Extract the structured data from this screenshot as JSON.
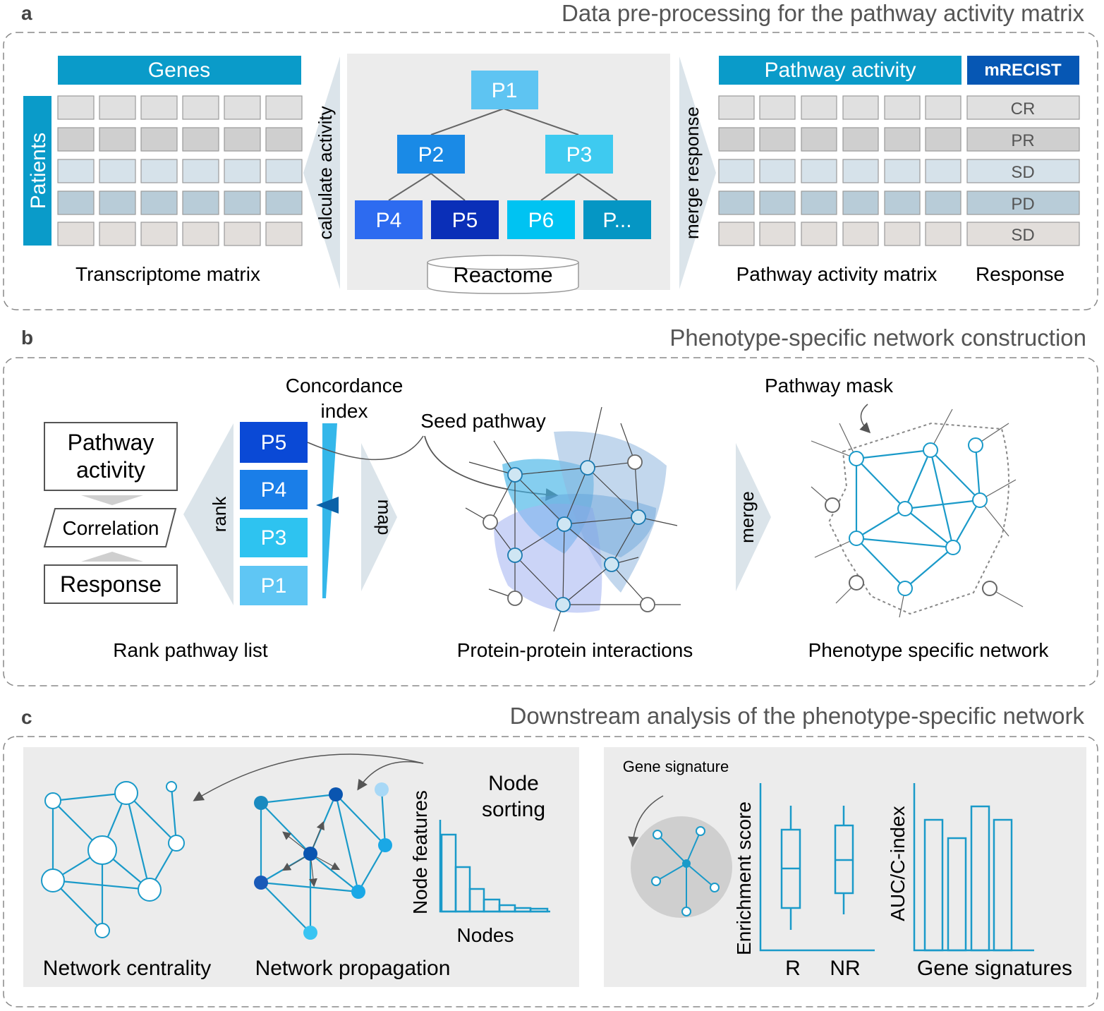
{
  "colors": {
    "teal": "#0a9bc9",
    "panel_gray": "#ececec",
    "edge_blue": "#1a9ac9",
    "dark_navy": "#0657b4"
  },
  "panel_a": {
    "letter": "a",
    "title": "Data pre-processing for the pathway activity matrix",
    "genes_header": "Genes",
    "patients_label": "Patients",
    "transcriptome_caption": "Transcriptome matrix",
    "calc_arrow_label": "calculate activity",
    "merge_arrow_label": "merge response",
    "tree_nodes": [
      "P1",
      "P2",
      "P3",
      "P4",
      "P5",
      "P6",
      "P..."
    ],
    "database_label": "Reactome",
    "pathway_header": "Pathway activity",
    "mrecist_header": "mRECIST",
    "responses": [
      "CR",
      "PR",
      "SD",
      "PD",
      "SD"
    ],
    "pathway_matrix_caption": "Pathway activity matrix",
    "response_caption": "Response"
  },
  "panel_b": {
    "letter": "b",
    "title": "Phenotype-specific network construction",
    "box_pathway_activity": [
      "Pathway",
      "activity"
    ],
    "box_correlation": "Correlation",
    "box_response": "Response",
    "rank_label": "rank",
    "ranked_pathways": [
      "P5",
      "P4",
      "P3",
      "P1"
    ],
    "concordance_label": [
      "Concordance",
      "index"
    ],
    "map_label": "map",
    "seed_label": "Seed pathway",
    "merge_label": "merge",
    "mask_label": "Pathway mask",
    "caption_rank": "Rank pathway list",
    "caption_ppi": "Protein-protein interactions",
    "caption_network": "Phenotype specific network"
  },
  "panel_c": {
    "letter": "c",
    "title": "Downstream analysis of the phenotype-specific network",
    "node_sorting_label": [
      "Node",
      "sorting"
    ],
    "node_features_label": "Node features",
    "nodes_label": "Nodes",
    "caption_centrality": "Network centrality",
    "caption_propagation": "Network propagation",
    "gene_signature_label": "Gene signature",
    "enrichment_label": "Enrichment score",
    "group_labels": [
      "R",
      "NR"
    ],
    "auc_label": "AUC/C-index",
    "gene_signatures_label": "Gene signatures"
  }
}
